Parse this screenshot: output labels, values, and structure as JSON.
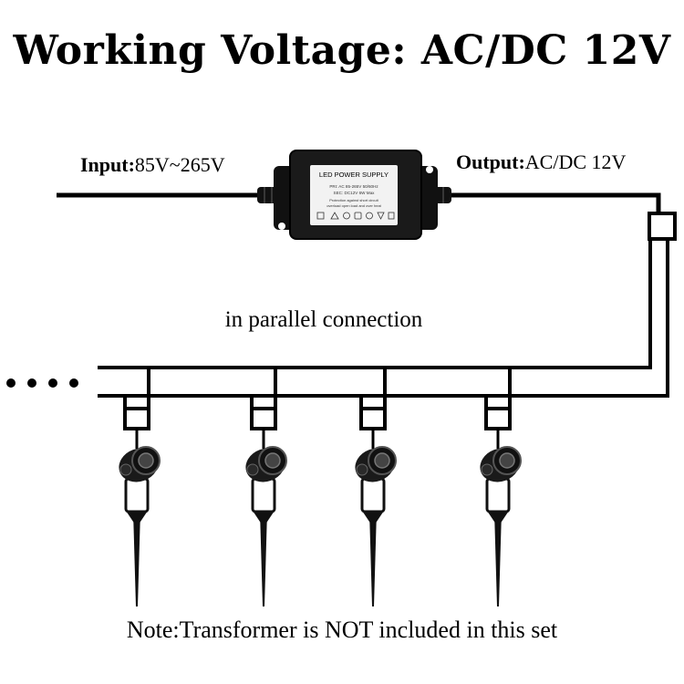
{
  "title": "Working Voltage: AC/DC 12V",
  "input": {
    "prefix": "Input:",
    "value": "85V~265V"
  },
  "output": {
    "prefix": "Output:",
    "value": "AC/DC 12V"
  },
  "power_supply": {
    "label": "LED POWER SUPPLY",
    "spec_lines": [
      "PRI: AC 85-265V 50/60Hz",
      "SEC: DC12V        6W Max",
      "Protection against short circuit",
      "overload open load and over heat"
    ]
  },
  "connection_label": "in parallel connection",
  "continuation": "....",
  "lights": [
    {
      "name": "spotlight-1"
    },
    {
      "name": "spotlight-2"
    },
    {
      "name": "spotlight-3"
    },
    {
      "name": "spotlight-4"
    }
  ],
  "note": "Note:Transformer is NOT included in this set"
}
